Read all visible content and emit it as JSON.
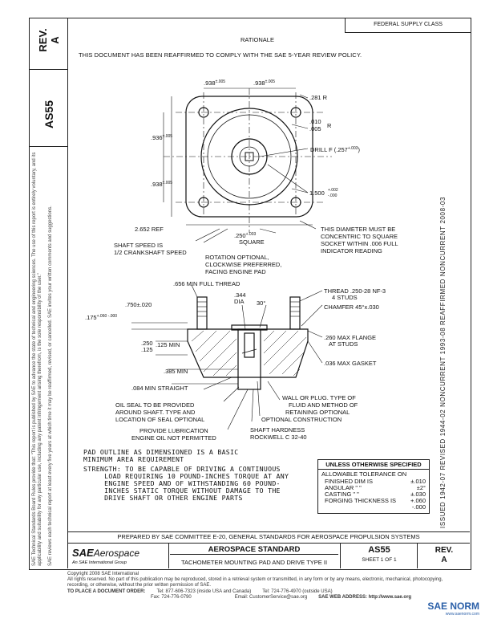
{
  "header": {
    "federal_class": "FEDERAL SUPPLY CLASS",
    "rev_label": "REV.",
    "rev_value": "A",
    "doc_number": "AS55"
  },
  "left_margin": {
    "copyright_text_1": "SAE Technical Standards Board Rules provide that: \"This report is published by SAE to advance the state of technical and engineering sciences. The use of this report is entirely voluntary, and its applicability and suitability for any particular use, including any patent infringement arising therefrom, is the sole responsibility of the user.\"",
    "copyright_text_2": "SAE reviews each technical report at least every five years at which time it may be reaffirmed, revised, or cancelled. SAE invites your written comments and suggestions."
  },
  "right_margin": {
    "history": "ISSUED 1942-07    REVISED 1944-02    NONCURRENT 1993-08    REAFFIRMED NONCURRENT 2008-03"
  },
  "rationale": {
    "heading": "RATIONALE",
    "text": "THIS DOCUMENT HAS BEEN REAFFIRMED TO COMPLY WITH THE SAE 5-YEAR REVIEW POLICY."
  },
  "drawing": {
    "dims": {
      "d_938_left": ".938",
      "d_938_left_tol": "±.005",
      "d_938_right": ".938",
      "d_938_right_tol": "±.005",
      "r_281": ".281 R",
      "r_010": ".010",
      "r_005": ".005",
      "r_suffix": "R",
      "drill": "DRILL F",
      "drill_val": "(.257",
      "drill_tol": "+.003",
      "drill_close": ")",
      "d_936": ".936",
      "d_936_tol": "±.005",
      "d_938_vert": ".938",
      "d_938_vert_tol": "±.005",
      "d_1500": "1.500",
      "d_1500_tol_plus": "+.002",
      "d_1500_tol_minus": "-.000",
      "d_2652": "2.652 REF",
      "d_250": ".250",
      "d_250_tol": "+.003",
      "square": "SQUARE",
      "shaft_speed_1": "SHAFT SPEED IS",
      "shaft_speed_2": "1/2 CRANKSHAFT SPEED",
      "concentric_1": "THIS DIAMETER MUST BE",
      "concentric_2": "CONCENTRIC TO SQUARE",
      "concentric_3": "SOCKET WITHIN .006 FULL",
      "concentric_4": "INDICATOR READING",
      "rotation_1": "ROTATION OPTIONAL,",
      "rotation_2": "CLOCKWISE PREFERRED,",
      "rotation_3": "FACING ENGINE PAD",
      "full_thread": ".656 MIN FULL THREAD",
      "d_344": ".344",
      "dia": "DIA",
      "d_750": ".750",
      "d_750_tol": "±.020",
      "d_175": ".175",
      "d_175_tol": "+.060 -.000",
      "angle_30": "30°",
      "thread_1": "THREAD .250-28 NF-3",
      "thread_2": "4 STUDS",
      "chamfer": "CHAMFER 45°x.030",
      "d_125": ".125 MIN",
      "d_250b": ".250",
      "d_125b": ".125",
      "d_385": ".385 MIN",
      "flange_1": ".260 MAX FLANGE",
      "flange_2": "AT STUDS",
      "gasket": ".036 MAX GASKET",
      "straight": ".084 MIN STRAIGHT",
      "oilseal_1": "OIL SEAL TO BE PROVIDED",
      "oilseal_2": "AROUND SHAFT. TYPE AND",
      "oilseal_3": "LOCATION OF SEAL OPTIONAL",
      "lube_1": "PROVIDE LUBRICATION",
      "lube_2": "ENGINE OIL NOT PERMITTED",
      "wall_1": "WALL OR PLUG. TYPE OF",
      "wall_2": "FLUID AND METHOD OF",
      "wall_3": "RETAINING OPTIONAL",
      "optional": "OPTIONAL CONSTRUCTION",
      "hardness_1": "SHAFT HARDNESS",
      "hardness_2": "ROCKWELL C 32-40"
    }
  },
  "notes": {
    "pad_outline": "PAD OUTLINE AS DIMENSIONED IS A BASIC\nMINIMUM AREA REQUIREMENT",
    "strength": "STRENGTH: TO BE CAPABLE OF DRIVING A CONTINUOUS\n     LOAD REQUIRING 10 POUND-INCHES TORQUE AT ANY\n     ENGINE SPEED AND OF WITHSTANDING 60 POUND-\n     INCHES STATIC TORQUE WITHOUT DAMAGE TO THE\n     DRIVE SHAFT OR OTHER ENGINE PARTS"
  },
  "tolerances": {
    "heading": "UNLESS OTHERWISE SPECIFIED",
    "sub": "ALLOWABLE TOLERANCE ON",
    "rows": [
      {
        "label": "FINISHED DIM IS",
        "value": "±.010"
      },
      {
        "label": "ANGULAR  \"  \"",
        "value": "±2°"
      },
      {
        "label": "CASTING  \"  \"",
        "value": "±.030"
      },
      {
        "label": "FORGING THICKNESS IS",
        "value": "+.060"
      },
      {
        "label": "",
        "value": "-.000"
      }
    ]
  },
  "footer": {
    "prepared_by": "PREPARED BY SAE COMMITTEE E-20, GENERAL STANDARDS FOR AEROSPACE PROPULSION SYSTEMS",
    "brand": "SAE",
    "brand_sub": "Aerospace",
    "brand_tagline": "An SAE International Group",
    "standard_title": "AEROSPACE STANDARD",
    "doc_title": "TACHOMETER MOUNTING PAD AND DRIVE   TYPE II",
    "doc_number": "AS55",
    "sheet": "SHEET 1 OF 1",
    "rev_label": "REV.",
    "rev_value": "A"
  },
  "fine_print": {
    "line1": "Copyright 2008 SAE International",
    "line2": "All rights reserved. No part of this publication may be reproduced, stored in a retrieval system or transmitted, in any form or by any means, electronic, mechanical, photocopying, recording, or otherwise, without the prior written permission of SAE.",
    "order_label": "TO PLACE A DOCUMENT ORDER:",
    "tel1": "Tel: 877-606-7323 (inside USA and Canada)",
    "tel2": "Tel: 724-776-4970 (outside USA)",
    "fax": "Fax: 724-776-0790",
    "email": "Email: CustomerService@sae.org",
    "web": "SAE WEB ADDRESS: http://www.sae.org"
  },
  "watermark": {
    "text": "SAE NORM",
    "sub": "www.saenorm.com"
  }
}
